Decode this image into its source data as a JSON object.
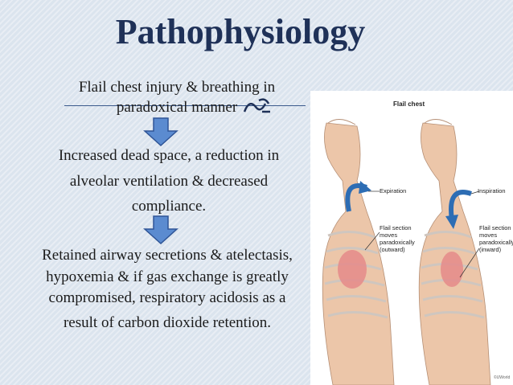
{
  "title": "Pathophysiology",
  "step1_line1": "Flail chest injury & breathing in",
  "step1_line2": "paradoxical manner",
  "bullet_symbol": "",
  "step2": [
    "Increased dead space, a reduction in",
    "alveolar ventilation & decreased",
    "compliance."
  ],
  "step3": [
    "Retained airway secretions & atelectasis,",
    "hypoxemia & if gas exchange is greatly",
    "compromised, respiratory acidosis as a",
    "result of carbon dioxide retention."
  ],
  "figure": {
    "title": "Flail chest",
    "left_arrow_label": "Expiration",
    "right_arrow_label": "Inspiration",
    "left_caption": [
      "Flail section",
      "moves",
      "paradoxically",
      "(outward)"
    ],
    "right_caption": [
      "Flail section",
      "moves",
      "paradoxically",
      "(inward)"
    ],
    "credit": "©UWorld"
  },
  "colors": {
    "title": "#1f3158",
    "arrow": "#5b8bd0",
    "arrow_stroke": "#2f5597"
  }
}
